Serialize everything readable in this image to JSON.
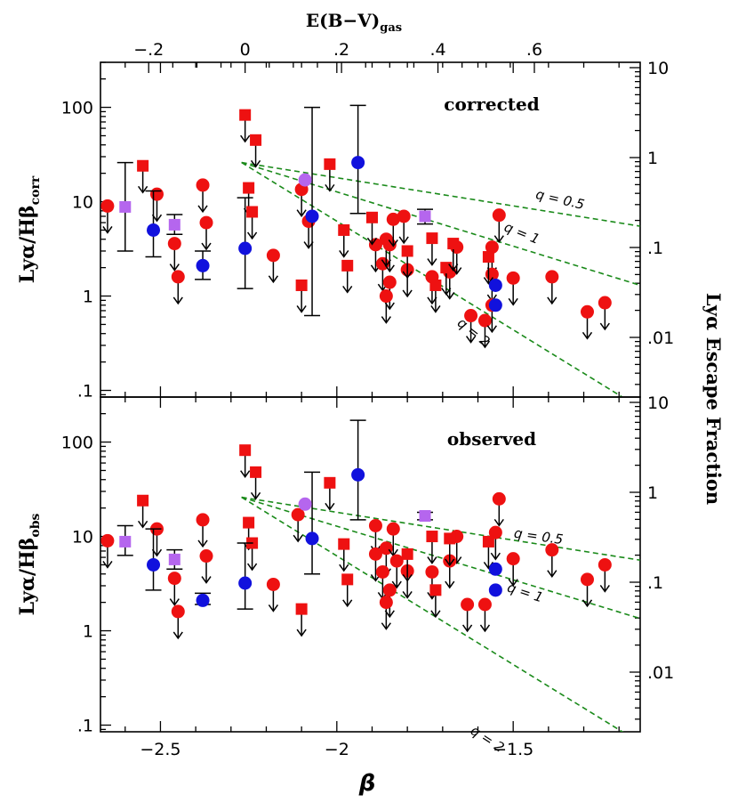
{
  "figure": {
    "top_axis_title": "E(B−V)",
    "top_axis_title_sub": "gas",
    "bottom_axis_title": "β",
    "right_axis_title": "Lyα Escape Fraction"
  },
  "chart_data": [
    {
      "type": "scatter",
      "panel": "corrected",
      "label": "corrected",
      "ylabel_main": "Lyα/Hβ",
      "ylabel_sub": "corr",
      "yscale": "log",
      "xlim": [
        -2.67,
        -1.14
      ],
      "ylim": [
        0.085,
        300
      ],
      "x_ticks": [
        -2.5,
        -2,
        -1.5
      ],
      "x_tick_labels": [
        "−2.5",
        "−2",
        "−1.5"
      ],
      "y_ticks": [
        0.1,
        1,
        10,
        100
      ],
      "y_tick_labels": [
        ".1",
        "1",
        "10",
        "100"
      ],
      "top_axis": {
        "label": "E(B−V)gas",
        "ticks": [
          -0.2,
          0,
          0.2,
          0.4,
          0.6
        ],
        "tick_labels": [
          "−.2",
          "0",
          ".2",
          ".4",
          ".6"
        ]
      },
      "right_axis": {
        "label": "Lyα Escape Fraction",
        "scale": "log",
        "ticks": [
          0.01,
          0.1,
          1,
          10
        ],
        "tick_labels": [
          ".01",
          ".1",
          "1",
          "10"
        ]
      },
      "curves": [
        {
          "name": "q = 0.5",
          "label": "q = 0.5",
          "x": [
            -2.27,
            -1.14
          ],
          "y": [
            26,
            5.5
          ],
          "label_x": -1.37,
          "label_y": 9.5,
          "label_angle": 13
        },
        {
          "name": "q = 1",
          "label": "q = 1",
          "x": [
            -2.27,
            -1.14
          ],
          "y": [
            26,
            1.3
          ],
          "label_x": -1.48,
          "label_y": 4.2,
          "label_angle": 22
        },
        {
          "name": "q = 2",
          "label": "q = 2",
          "x": [
            -2.27,
            -1.14
          ],
          "y": [
            26,
            0.065
          ],
          "label_x": -1.62,
          "label_y": 0.38,
          "label_angle": 38
        }
      ],
      "series": [
        {
          "name": "red-circles",
          "marker": "circle",
          "color": "#ee1111",
          "points": [
            {
              "x": -2.65,
              "y": 9.0,
              "ul": true
            },
            {
              "x": -2.51,
              "y": 12.0,
              "ul": true
            },
            {
              "x": -2.46,
              "y": 3.6,
              "ul": true
            },
            {
              "x": -2.45,
              "y": 1.6,
              "ul": true
            },
            {
              "x": -2.38,
              "y": 15.0,
              "ul": true
            },
            {
              "x": -2.37,
              "y": 6.0,
              "ul": true
            },
            {
              "x": -2.18,
              "y": 2.7,
              "ul": true
            },
            {
              "x": -2.1,
              "y": 13.5,
              "ul": true
            },
            {
              "x": -2.08,
              "y": 6.2,
              "ul": true
            },
            {
              "x": -1.89,
              "y": 3.5,
              "ul": true
            },
            {
              "x": -1.87,
              "y": 2.2,
              "ul": true
            },
            {
              "x": -1.86,
              "y": 4.0,
              "ul": true
            },
            {
              "x": -1.85,
              "y": 3.5,
              "ul": true
            },
            {
              "x": -1.84,
              "y": 6.5,
              "ul": true
            },
            {
              "x": -1.85,
              "y": 1.4,
              "ul": true
            },
            {
              "x": -1.86,
              "y": 1.0,
              "ul": true
            },
            {
              "x": -1.81,
              "y": 7.0,
              "ul": true
            },
            {
              "x": -1.8,
              "y": 1.9,
              "ul": true
            },
            {
              "x": -1.73,
              "y": 1.6,
              "ul": true
            },
            {
              "x": -1.68,
              "y": 1.8,
              "ul": true
            },
            {
              "x": -1.66,
              "y": 3.3,
              "ul": true
            },
            {
              "x": -1.62,
              "y": 0.62,
              "ul": true
            },
            {
              "x": -1.58,
              "y": 0.55,
              "ul": true
            },
            {
              "x": -1.56,
              "y": 3.3,
              "ul": true
            },
            {
              "x": -1.56,
              "y": 1.7,
              "ul": true
            },
            {
              "x": -1.56,
              "y": 0.8,
              "ul": true
            },
            {
              "x": -1.54,
              "y": 7.2,
              "ul": true
            },
            {
              "x": -1.5,
              "y": 1.55,
              "ul": true
            },
            {
              "x": -1.39,
              "y": 1.6,
              "ul": true
            },
            {
              "x": -1.29,
              "y": 0.68,
              "ul": true
            },
            {
              "x": -1.24,
              "y": 0.85,
              "ul": true
            }
          ]
        },
        {
          "name": "red-squares",
          "marker": "square",
          "color": "#ee1111",
          "points": [
            {
              "x": -2.55,
              "y": 24.0,
              "ul": true
            },
            {
              "x": -2.26,
              "y": 83.0,
              "ul": true
            },
            {
              "x": -2.25,
              "y": 14.0,
              "ul": true
            },
            {
              "x": -2.23,
              "y": 45.0,
              "ul": true
            },
            {
              "x": -2.24,
              "y": 7.8,
              "ul": true
            },
            {
              "x": -2.1,
              "y": 1.3,
              "ul": true
            },
            {
              "x": -2.02,
              "y": 25.0,
              "ul": true
            },
            {
              "x": -1.98,
              "y": 5.0,
              "ul": true
            },
            {
              "x": -1.97,
              "y": 2.1,
              "ul": true
            },
            {
              "x": -1.9,
              "y": 6.8,
              "ul": true
            },
            {
              "x": -1.8,
              "y": 3.0,
              "ul": true
            },
            {
              "x": -1.73,
              "y": 4.1,
              "ul": true
            },
            {
              "x": -1.72,
              "y": 1.3,
              "ul": true
            },
            {
              "x": -1.69,
              "y": 2.0,
              "ul": true
            },
            {
              "x": -1.67,
              "y": 3.6,
              "ul": true
            },
            {
              "x": -1.57,
              "y": 2.6,
              "ul": true
            }
          ]
        },
        {
          "name": "blue-circles",
          "marker": "circle",
          "color": "#1111dd",
          "points": [
            {
              "x": -2.52,
              "y": 5.0,
              "err": [
                2.6,
                13.0
              ]
            },
            {
              "x": -2.38,
              "y": 2.1,
              "err": [
                1.5,
                3.0
              ]
            },
            {
              "x": -2.26,
              "y": 3.2,
              "err": [
                1.2,
                11.0
              ]
            },
            {
              "x": -2.07,
              "y": 7.0,
              "err": [
                0.62,
                100.0
              ]
            },
            {
              "x": -1.94,
              "y": 26.0,
              "err": [
                7.5,
                105.0
              ]
            },
            {
              "x": -1.55,
              "y": 0.8
            },
            {
              "x": -1.55,
              "y": 1.3
            }
          ]
        },
        {
          "name": "violet-squares",
          "marker": "square",
          "color": "#b566ee",
          "points": [
            {
              "x": -2.6,
              "y": 8.8,
              "err": [
                3.0,
                26.0
              ]
            },
            {
              "x": -2.46,
              "y": 5.7,
              "err": [
                4.5,
                7.3
              ]
            },
            {
              "x": -1.75,
              "y": 7.0,
              "err": [
                5.8,
                8.3
              ]
            }
          ]
        },
        {
          "name": "violet-circles",
          "marker": "circle",
          "color": "#b566ee",
          "points": [
            {
              "x": -2.09,
              "y": 17.0
            }
          ]
        }
      ]
    },
    {
      "type": "scatter",
      "panel": "observed",
      "label": "observed",
      "ylabel_main": "Lyα/Hβ",
      "ylabel_sub": "obs",
      "yscale": "log",
      "xlim": [
        -2.67,
        -1.14
      ],
      "ylim": [
        0.085,
        300
      ],
      "x_ticks": [
        -2.5,
        -2,
        -1.5
      ],
      "x_tick_labels": [
        "−2.5",
        "−2",
        "−1.5"
      ],
      "y_ticks": [
        0.1,
        1,
        10,
        100
      ],
      "y_tick_labels": [
        ".1",
        "1",
        "10",
        "100"
      ],
      "right_axis": {
        "label": "Lyα Escape Fraction",
        "scale": "log",
        "ticks": [
          0.01,
          0.1,
          1,
          10
        ],
        "tick_labels": [
          ".01",
          ".1",
          "1",
          "10"
        ]
      },
      "curves": [
        {
          "name": "q = 0.5",
          "label": "q = 0.5",
          "x": [
            -2.27,
            -1.14
          ],
          "y": [
            26,
            5.6
          ],
          "label_x": -1.43,
          "label_y": 9.0,
          "label_angle": 8
        },
        {
          "name": "q = 1",
          "label": "q = 1",
          "x": [
            -2.27,
            -1.14
          ],
          "y": [
            26,
            1.35
          ],
          "label_x": -1.47,
          "label_y": 2.3,
          "label_angle": 18
        },
        {
          "name": "q = 2",
          "label": "q = 2",
          "x": [
            -2.27,
            -1.14
          ],
          "y": [
            26,
            0.065
          ],
          "label_x": -1.58,
          "label_y": 0.065,
          "label_angle": 33
        }
      ],
      "series": [
        {
          "name": "red-circles",
          "marker": "circle",
          "color": "#ee1111",
          "points": [
            {
              "x": -2.65,
              "y": 9.0,
              "ul": true
            },
            {
              "x": -2.51,
              "y": 12.0,
              "ul": true
            },
            {
              "x": -2.46,
              "y": 3.6,
              "ul": true
            },
            {
              "x": -2.45,
              "y": 1.6,
              "ul": true
            },
            {
              "x": -2.38,
              "y": 15.0,
              "ul": true
            },
            {
              "x": -2.37,
              "y": 6.2,
              "ul": true
            },
            {
              "x": -2.18,
              "y": 3.1,
              "ul": true
            },
            {
              "x": -2.11,
              "y": 17.0,
              "ul": true
            },
            {
              "x": -1.89,
              "y": 13.0,
              "ul": true
            },
            {
              "x": -1.89,
              "y": 6.5,
              "ul": true
            },
            {
              "x": -1.86,
              "y": 7.5,
              "ul": true
            },
            {
              "x": -1.87,
              "y": 4.2,
              "ul": true
            },
            {
              "x": -1.85,
              "y": 2.7,
              "ul": true
            },
            {
              "x": -1.86,
              "y": 2.0,
              "ul": true
            },
            {
              "x": -1.84,
              "y": 12.0,
              "ul": true
            },
            {
              "x": -1.83,
              "y": 5.5,
              "ul": true
            },
            {
              "x": -1.8,
              "y": 4.3,
              "ul": true
            },
            {
              "x": -1.73,
              "y": 4.2,
              "ul": true
            },
            {
              "x": -1.66,
              "y": 10.0,
              "ul": true
            },
            {
              "x": -1.68,
              "y": 5.5,
              "ul": true
            },
            {
              "x": -1.63,
              "y": 1.9,
              "ul": true
            },
            {
              "x": -1.58,
              "y": 1.9,
              "ul": true
            },
            {
              "x": -1.54,
              "y": 25.0,
              "ul": true
            },
            {
              "x": -1.55,
              "y": 11.0,
              "ul": true
            },
            {
              "x": -1.5,
              "y": 5.8,
              "ul": true
            },
            {
              "x": -1.39,
              "y": 7.2,
              "ul": true
            },
            {
              "x": -1.29,
              "y": 3.5,
              "ul": true
            },
            {
              "x": -1.24,
              "y": 5.0,
              "ul": true
            }
          ]
        },
        {
          "name": "red-squares",
          "marker": "square",
          "color": "#ee1111",
          "points": [
            {
              "x": -2.55,
              "y": 24.0,
              "ul": true
            },
            {
              "x": -2.26,
              "y": 82.0,
              "ul": true
            },
            {
              "x": -2.25,
              "y": 14.0,
              "ul": true
            },
            {
              "x": -2.23,
              "y": 48.0,
              "ul": true
            },
            {
              "x": -2.24,
              "y": 8.5,
              "ul": true
            },
            {
              "x": -2.1,
              "y": 1.7,
              "ul": true
            },
            {
              "x": -2.02,
              "y": 37.0,
              "ul": true
            },
            {
              "x": -1.98,
              "y": 8.3,
              "ul": true
            },
            {
              "x": -1.97,
              "y": 3.5,
              "ul": true
            },
            {
              "x": -1.8,
              "y": 6.5,
              "ul": true
            },
            {
              "x": -1.73,
              "y": 10.0,
              "ul": true
            },
            {
              "x": -1.72,
              "y": 2.7,
              "ul": true
            },
            {
              "x": -1.68,
              "y": 9.5,
              "ul": true
            },
            {
              "x": -1.57,
              "y": 8.8,
              "ul": true
            }
          ]
        },
        {
          "name": "blue-circles",
          "marker": "circle",
          "color": "#1111dd",
          "points": [
            {
              "x": -2.52,
              "y": 5.0,
              "err": [
                2.7,
                12.0
              ]
            },
            {
              "x": -2.38,
              "y": 2.1,
              "err": [
                1.9,
                2.5
              ]
            },
            {
              "x": -2.26,
              "y": 3.2,
              "err": [
                1.7,
                8.5
              ]
            },
            {
              "x": -2.07,
              "y": 9.5,
              "err": [
                4.0,
                48.0
              ]
            },
            {
              "x": -1.94,
              "y": 45.0,
              "err": [
                15.0,
                170.0
              ]
            },
            {
              "x": -1.55,
              "y": 4.5
            },
            {
              "x": -1.55,
              "y": 2.7
            }
          ]
        },
        {
          "name": "violet-squares",
          "marker": "square",
          "color": "#b566ee",
          "points": [
            {
              "x": -2.6,
              "y": 8.8,
              "err": [
                6.3,
                13.0
              ]
            },
            {
              "x": -2.46,
              "y": 5.7,
              "err": [
                4.5,
                7.2
              ]
            },
            {
              "x": -1.75,
              "y": 16.5,
              "err": [
                15.0,
                18.0
              ]
            }
          ]
        },
        {
          "name": "violet-circles",
          "marker": "circle",
          "color": "#b566ee",
          "points": [
            {
              "x": -2.09,
              "y": 22.0
            }
          ]
        }
      ]
    }
  ]
}
